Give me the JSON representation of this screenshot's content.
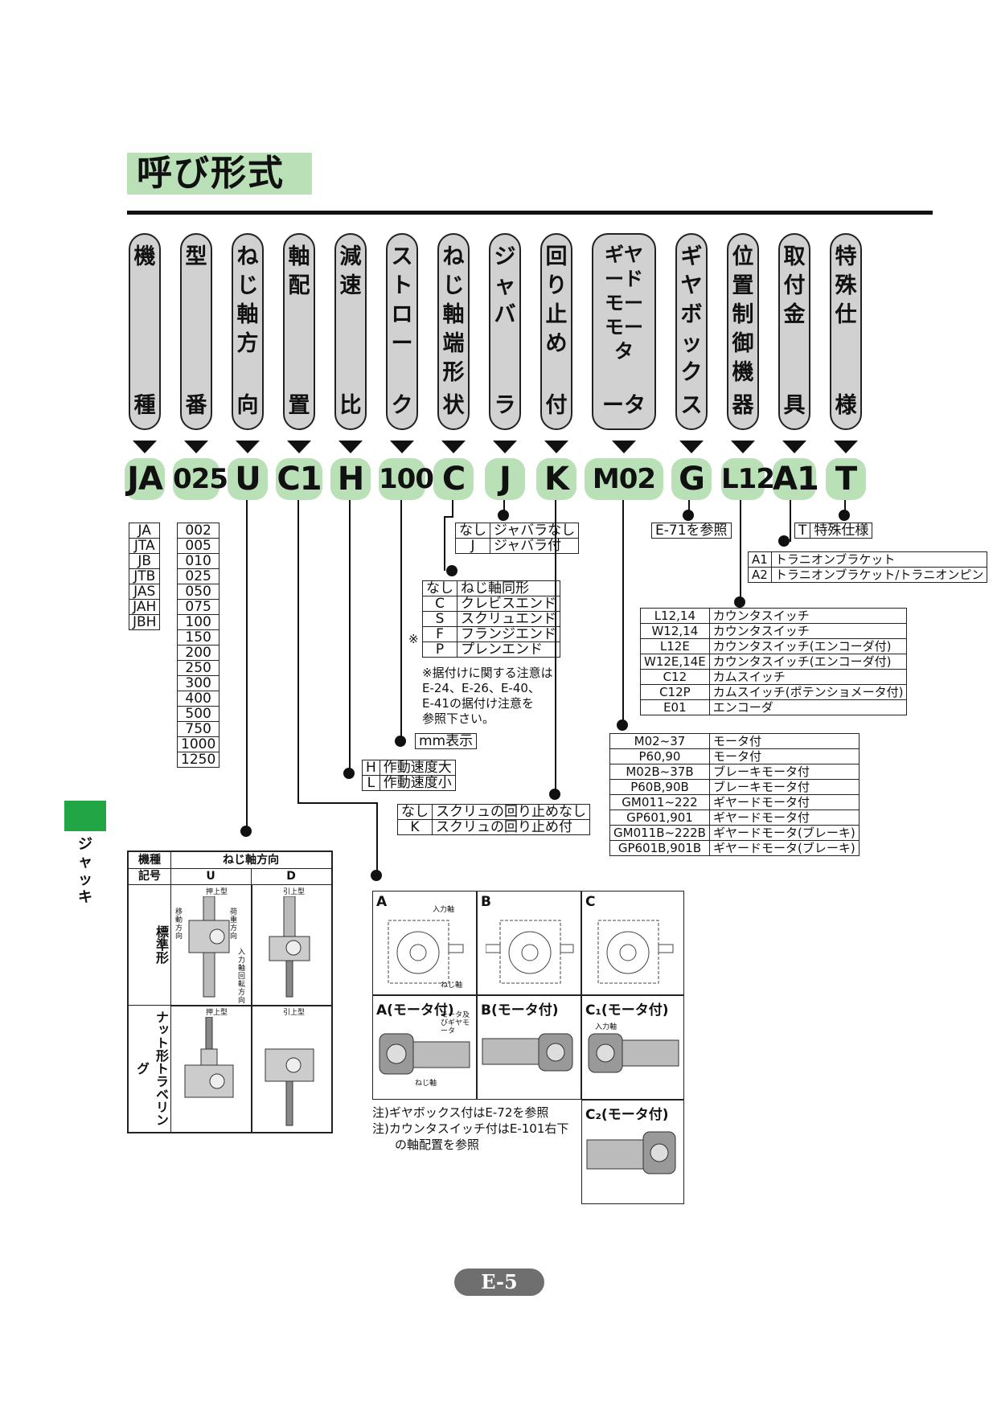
{
  "title": "呼び形式",
  "columns": [
    {
      "head": "機",
      "last": "種",
      "code": "JA"
    },
    {
      "head": "型",
      "last": "番",
      "code": "025"
    },
    {
      "head": "ねじ軸方",
      "last": "向",
      "code": "U"
    },
    {
      "head": "軸配",
      "last": "置",
      "code": "C1"
    },
    {
      "head": "減速",
      "last": "比",
      "code": "H"
    },
    {
      "head": "ストロー",
      "last": "ク",
      "code": "100"
    },
    {
      "head": "ねじ軸端形",
      "last": "状",
      "code": "C"
    },
    {
      "head": "ジャバ",
      "last": "ラ",
      "code": "J"
    },
    {
      "head": "回り止め",
      "last": "付",
      "code": "K"
    },
    {
      "head": "ギヤードモーモータ",
      "last": "ータ",
      "code": "M02"
    },
    {
      "head": "ギヤボック",
      "last": "ス",
      "code": "G"
    },
    {
      "head": "位置制御機",
      "last": "器",
      "code": "L12"
    },
    {
      "head": "取付金",
      "last": "具",
      "code": "A1"
    },
    {
      "head": "特殊仕",
      "last": "様",
      "code": "T"
    }
  ],
  "models": [
    "JA",
    "JTA",
    "JB",
    "JTB",
    "JAS",
    "JAH",
    "JBH"
  ],
  "sizes": [
    "002",
    "005",
    "010",
    "025",
    "050",
    "075",
    "100",
    "150",
    "200",
    "250",
    "300",
    "400",
    "500",
    "750",
    "1000",
    "1250"
  ],
  "bellows": [
    {
      "k": "なし",
      "v": "ジャバラなし"
    },
    {
      "k": "J",
      "v": "ジャバラ付"
    }
  ],
  "screw_end": [
    {
      "k": "なし",
      "v": "ねじ軸同形"
    },
    {
      "k": "C",
      "v": "クレビスエンド"
    },
    {
      "k": "S",
      "v": "スクリュエンド"
    },
    {
      "k": "F",
      "v": "フランジエンド"
    },
    {
      "k": "P",
      "v": "プレンエンド"
    }
  ],
  "screw_end_mark": "※",
  "screw_end_note": [
    "※据付けに関する注意は",
    "E-24、E-26、E-40、",
    "E-41の据付け注意を",
    "参照下さい。"
  ],
  "stroke_note": "mm表示",
  "speed": [
    {
      "k": "H",
      "v": "作動速度大"
    },
    {
      "k": "L",
      "v": "作動速度小"
    }
  ],
  "rotation_stop": [
    {
      "k": "なし",
      "v": "スクリュの回り止めなし"
    },
    {
      "k": "K",
      "v": "スクリュの回り止め付"
    }
  ],
  "gearbox_ref": "E-71を参照",
  "special": {
    "k": "T",
    "v": "特殊仕様"
  },
  "mount": [
    {
      "k": "A1",
      "v": "トラニオンブラケット"
    },
    {
      "k": "A2",
      "v": "トラニオンブラケット/トラニオンピン"
    }
  ],
  "position": [
    {
      "k": "L12,14",
      "v": "カウンタスイッチ"
    },
    {
      "k": "W12,14",
      "v": "カウンタスイッチ"
    },
    {
      "k": "L12E",
      "v": "カウンタスイッチ(エンコーダ付)"
    },
    {
      "k": "W12E,14E",
      "v": "カウンタスイッチ(エンコーダ付)"
    },
    {
      "k": "C12",
      "v": "カムスイッチ"
    },
    {
      "k": "C12P",
      "v": "カムスイッチ(ポテンショメータ付)"
    },
    {
      "k": "E01",
      "v": "エンコーダ"
    }
  ],
  "motor": [
    {
      "k": "M02~37",
      "v": "モータ付"
    },
    {
      "k": "P60,90",
      "v": "モータ付"
    },
    {
      "k": "M02B~37B",
      "v": "ブレーキモータ付"
    },
    {
      "k": "P60B,90B",
      "v": "ブレーキモータ付"
    },
    {
      "k": "GM011~222",
      "v": "ギヤードモータ付"
    },
    {
      "k": "GP601,901",
      "v": "ギヤードモータ付"
    },
    {
      "k": "GM011B~222B",
      "v": "ギヤードモータ(ブレーキ)"
    },
    {
      "k": "GP601B,901B",
      "v": "ギヤードモータ(ブレーキ)"
    }
  ],
  "sidebar_label": "ジャッキ",
  "direction_table": {
    "h1": "機種",
    "h2": "ねじ軸方向",
    "r1": "記号",
    "cu": "U",
    "cd": "D",
    "row1": "標準形",
    "row2": "ナット形トラベリング",
    "push": "押上型",
    "pull": "引上型",
    "move_dir": "移動方向",
    "load_dir": "荷重方向",
    "input_rot": "入力軸回転方向"
  },
  "gear_panels": {
    "a": "A",
    "b": "B",
    "c": "C",
    "am": "A(モータ付)",
    "bm": "B(モータ付)",
    "c1m": "C₁(モータ付)",
    "c2m": "C₂(モータ付)",
    "input_shaft": "入力軸",
    "screw_shaft": "ねじ軸",
    "motor_gm": "モータ及びギヤモータ"
  },
  "notes": [
    "注)ギヤボックス付はE-72を参照",
    "注)カウンタスイッチ付はE-101右下",
    "の軸配置を参照"
  ],
  "page": "E-5"
}
